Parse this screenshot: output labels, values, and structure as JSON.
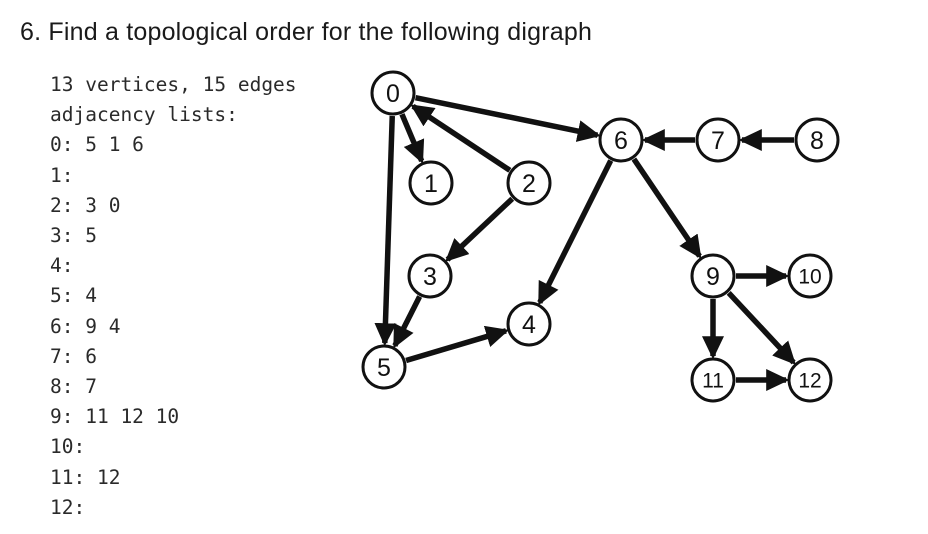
{
  "question": "6. Find a topological order for the following digraph",
  "header_lines": [
    "13 vertices, 15 edges",
    "adjacency lists:"
  ],
  "adjacency": [
    {
      "vertex": "0",
      "neighbors": "5 1 6"
    },
    {
      "vertex": "1",
      "neighbors": ""
    },
    {
      "vertex": "2",
      "neighbors": "3 0"
    },
    {
      "vertex": "3",
      "neighbors": "5"
    },
    {
      "vertex": "4",
      "neighbors": ""
    },
    {
      "vertex": "5",
      "neighbors": "4"
    },
    {
      "vertex": "6",
      "neighbors": "9 4"
    },
    {
      "vertex": "7",
      "neighbors": "6"
    },
    {
      "vertex": "8",
      "neighbors": "7"
    },
    {
      "vertex": "9",
      "neighbors": "11 12 10"
    },
    {
      "vertex": "10",
      "neighbors": ""
    },
    {
      "vertex": "11",
      "neighbors": "12"
    },
    {
      "vertex": "12",
      "neighbors": ""
    }
  ],
  "graph": {
    "nodes": [
      "0",
      "1",
      "2",
      "3",
      "4",
      "5",
      "6",
      "7",
      "8",
      "9",
      "10",
      "11",
      "12"
    ],
    "edges": [
      [
        "0",
        "5"
      ],
      [
        "0",
        "1"
      ],
      [
        "0",
        "6"
      ],
      [
        "2",
        "3"
      ],
      [
        "2",
        "0"
      ],
      [
        "3",
        "5"
      ],
      [
        "5",
        "4"
      ],
      [
        "6",
        "9"
      ],
      [
        "6",
        "4"
      ],
      [
        "7",
        "6"
      ],
      [
        "8",
        "7"
      ],
      [
        "9",
        "11"
      ],
      [
        "9",
        "12"
      ],
      [
        "9",
        "10"
      ],
      [
        "11",
        "12"
      ]
    ]
  }
}
